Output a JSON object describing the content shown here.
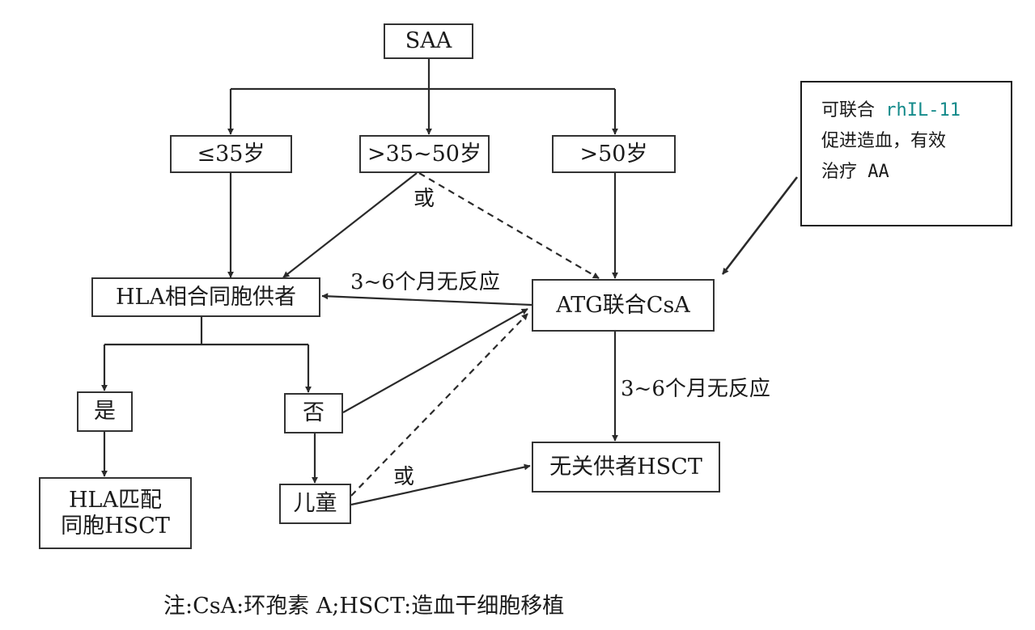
{
  "nodes": {
    "saa": "SAA",
    "age_le35": "≤35岁",
    "age_35_50": ">35~50岁",
    "age_gt50": ">50岁",
    "hla_sibling_donor": "HLA相合同胞供者",
    "atg_csa": "ATG联合CsA",
    "yes": "是",
    "no": "否",
    "hla_matched_line1": "HLA匹配",
    "hla_matched_line2": "同胞HSCT",
    "child": "儿童",
    "unrelated_donor_hsct": "无关供者HSCT"
  },
  "edge_labels": {
    "or_top": "或",
    "or_bottom": "或",
    "no_response_left": "3~6个月无反应",
    "no_response_down": "3~6个月无反应"
  },
  "annotation": {
    "line1_prefix": "可联合 ",
    "line1_highlight": "rhIL-11",
    "line2": "促进造血，有效",
    "line3": "治疗 AA",
    "highlight_color": "#138a8a"
  },
  "footnote": "注:CsA:环孢素 A;HSCT:造血干细胞移植"
}
